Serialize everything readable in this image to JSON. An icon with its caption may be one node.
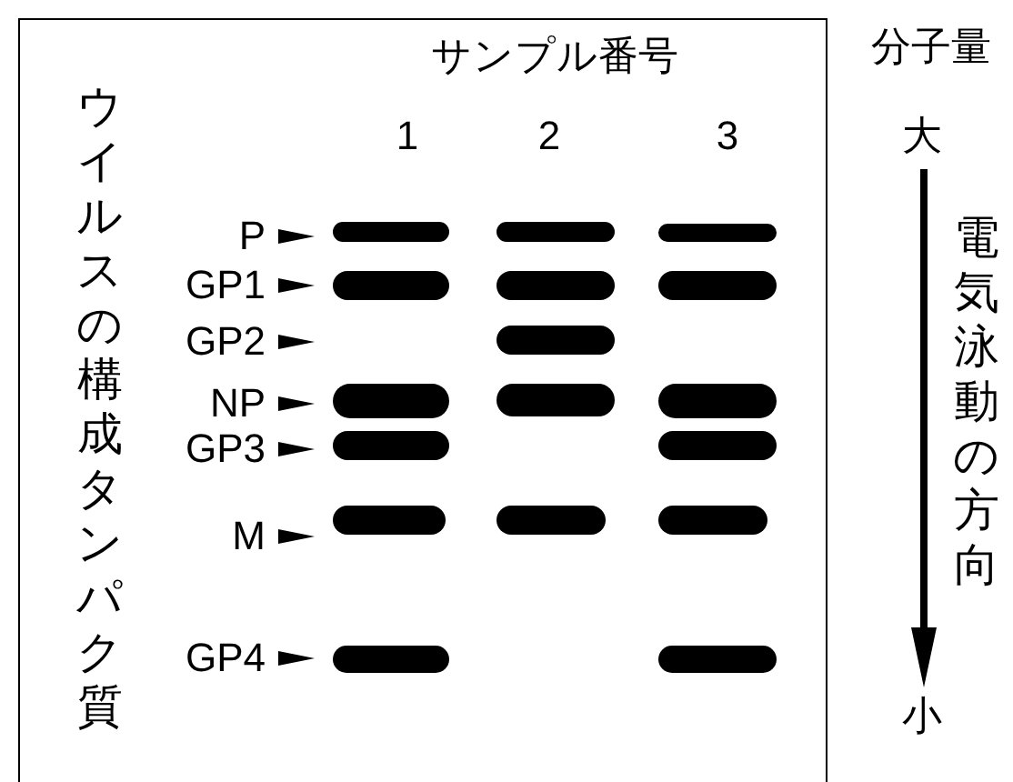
{
  "diagram": {
    "nodes": [
      {
        "text": [],
        "shape": "bar"
      },
      {
        "text": [],
        "shape": "bar"
      },
      {
        "text": [],
        "shape": "bar"
      },
      {
        "text": [],
        "shape": "bar"
      },
      {
        "text": [],
        "shape": "bar"
      },
      {
        "text": [],
        "shape": "bar"
      },
      {
        "text": [],
        "shape": "bar"
      },
      {
        "text": [],
        "shape": "bar"
      },
      {
        "text": [],
        "shape": "bar"
      },
      {
        "text": [],
        "shape": "bar"
      },
      {
        "text": [],
        "shape": "bar"
      },
      {
        "text": [],
        "shape": "bar"
      },
      {
        "text": [],
        "shape": "bar"
      },
      {
        "text": [],
        "shape": "bar"
      },
      {
        "text": [],
        "shape": "bar"
      },
      {
        "text": [],
        "shape": "bar"
      },
      {
        "text": [],
        "shape": "bar"
      }
    ],
    "labels": [
      "サンプル番号",
      "分子量",
      "1",
      "2",
      "3",
      "大",
      "ウイルスの構成タンパク質",
      "P",
      "GP1",
      "GP2",
      "NP",
      "GP3",
      "M",
      "GP4",
      "電気泳動の方向",
      "小"
    ]
  }
}
